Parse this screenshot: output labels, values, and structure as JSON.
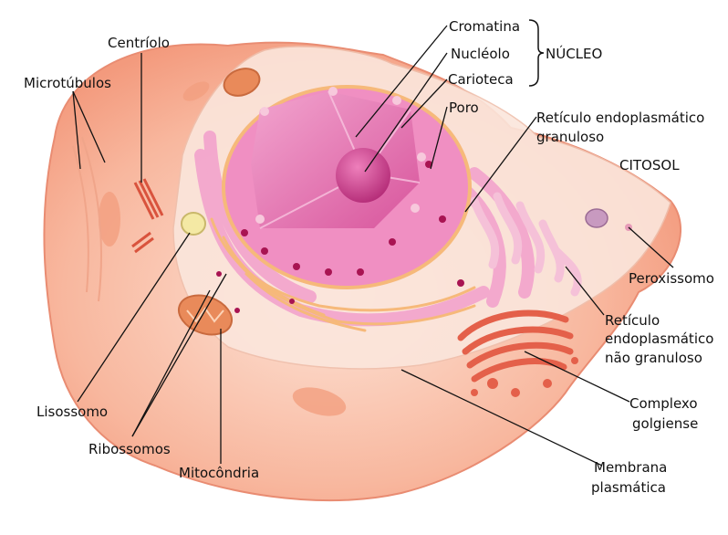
{
  "labels": {
    "centriolo": "Centríolo",
    "microtubulos": "Microtúbulos",
    "cromatina": "Cromatina",
    "nucleolo": "Nucléolo",
    "carioteca": "Carioteca",
    "nucleo": "NÚCLEO",
    "poro": "Poro",
    "reg_line1": "Retículo endoplasmático",
    "reg_line2": "granuloso",
    "citosol": "CITOSOL",
    "peroxissomo": "Peroxissomo",
    "reng_line1": "Retículo",
    "reng_line2": "endoplasmático",
    "reng_line3": "não granuloso",
    "lisossomo": "Lisossomo",
    "ribossomos": "Ribossomos",
    "mitocondria": "Mitocôndria",
    "golgi_line1": "Complexo",
    "golgi_line2": "golgiense",
    "membrana_line1": "Membrana",
    "membrana_line2": "plasmática"
  },
  "colors": {
    "cytoplasm": "#f7b29a",
    "cytoplasm_light": "#fbd9c8",
    "nucleus": "#e879b8",
    "nucleus_dark": "#c43f8e",
    "er": "#f0a7cc",
    "ribosome": "#b0124f",
    "golgi": "#e8604a",
    "mitochondria": "#e98a5a"
  }
}
